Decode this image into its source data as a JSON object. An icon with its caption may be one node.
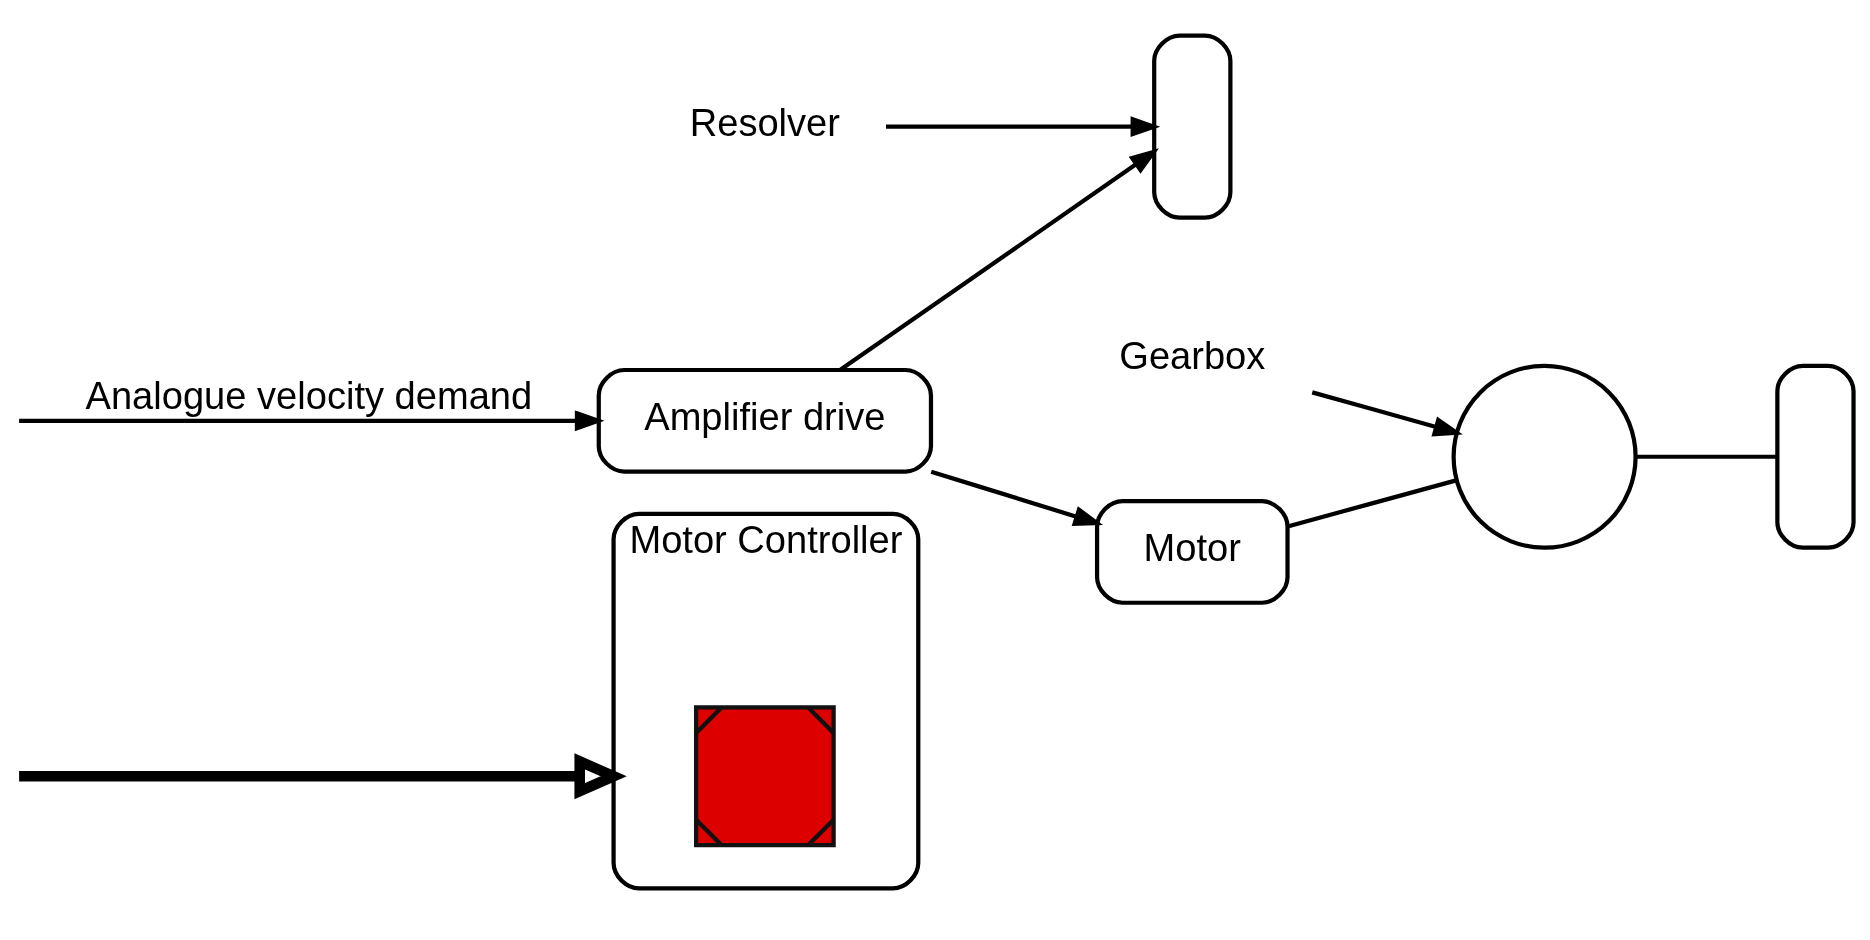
{
  "diagram": {
    "nodes": [
      {
        "text": [
          "Motor Controller"
        ]
      },
      {
        "text": [],
        "shape": "cross",
        "in": 0
      },
      {
        "text": [
          "Amplifier drive"
        ]
      },
      {
        "text": [
          "Resolver"
        ]
      },
      {
        "text": [],
        "shape": "box"
      },
      {
        "text": [
          "Motor"
        ]
      },
      {
        "text": [
          "Gearbox"
        ]
      },
      {
        "text": [],
        "shape": "circle"
      },
      {
        "text": [],
        "shape": "box"
      }
    ],
    "edges": [
      {
        "from": null,
        "to": 0,
        "arrow": "to",
        "style": "thick"
      },
      {
        "from": null,
        "to": 2,
        "arrow": "to",
        "label": "Analogue velocity demand"
      },
      {
        "from": 2,
        "to": 4,
        "arrow": "to"
      },
      {
        "from": 2,
        "to": 5,
        "arrow": "to"
      },
      {
        "from": 3,
        "to": 4,
        "arrow": "to"
      },
      {
        "from": 5,
        "to": 7,
        "arrow": "none"
      },
      {
        "from": 6,
        "to": 7,
        "arrow": "to"
      },
      {
        "from": 7,
        "to": 8,
        "arrow": "none"
      }
    ]
  }
}
